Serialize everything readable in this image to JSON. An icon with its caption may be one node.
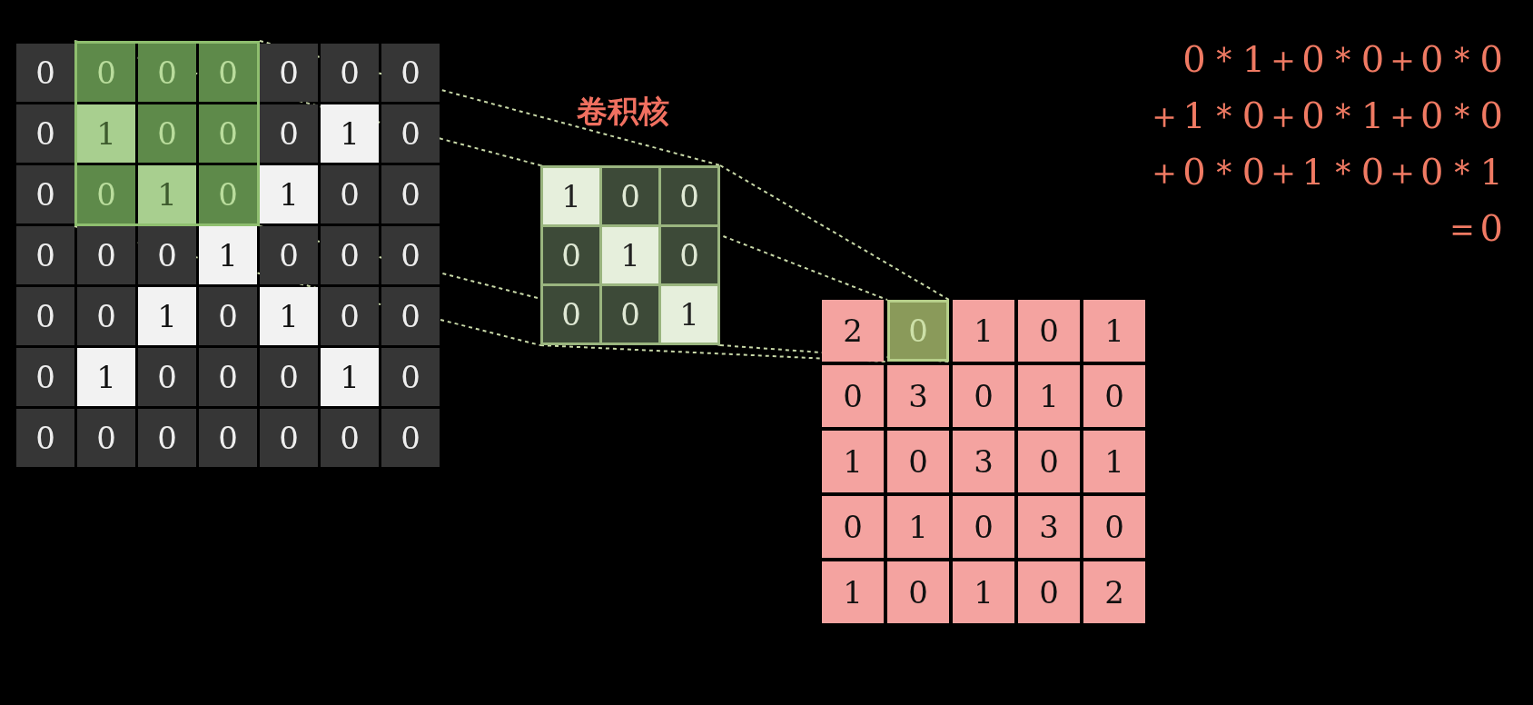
{
  "diagram": {
    "nodes": [
      {
        "text": [],
        "shape": "box"
      },
      {
        "text": [],
        "shape": "box",
        "beside": [
          "卷积核"
        ]
      },
      {
        "text": [
          "0"
        ]
      }
    ],
    "edges": [
      {
        "from": 0,
        "to": 1,
        "arrow": "none",
        "style": "dashed"
      },
      {
        "from": 1,
        "to": 2,
        "arrow": "none",
        "style": "dashed"
      }
    ],
    "labels": [
      "0",
      "0",
      "0",
      "0",
      "0",
      "0",
      "0",
      "0",
      "1",
      "0",
      "0",
      "0",
      "1",
      "0",
      "0",
      "0",
      "1",
      "0",
      "1",
      "0",
      "0",
      "0",
      "0",
      "0",
      "1",
      "0",
      "0",
      "0",
      "0",
      "0",
      "1",
      "0",
      "1",
      "0",
      "0",
      "0",
      "1",
      "0",
      "0",
      "0",
      "1",
      "0",
      "0",
      "0",
      "0",
      "0",
      "0",
      "0",
      "0",
      "1",
      "0",
      "0",
      "0",
      "1",
      "0",
      "0",
      "0",
      "1",
      "2",
      "1",
      "0",
      "1",
      "0",
      "3",
      "0",
      "1",
      "0",
      "1",
      "0",
      "3",
      "0",
      "1",
      "0",
      "1",
      "0",
      "3",
      "0",
      "1",
      "0",
      "1",
      "0",
      "2",
      "0＊1＋0＊0＋0＊0",
      "＋1＊0＋0＊1＋0＊0",
      "＋0＊0＋1＊0＋0＊1",
      "＝0"
    ]
  }
}
